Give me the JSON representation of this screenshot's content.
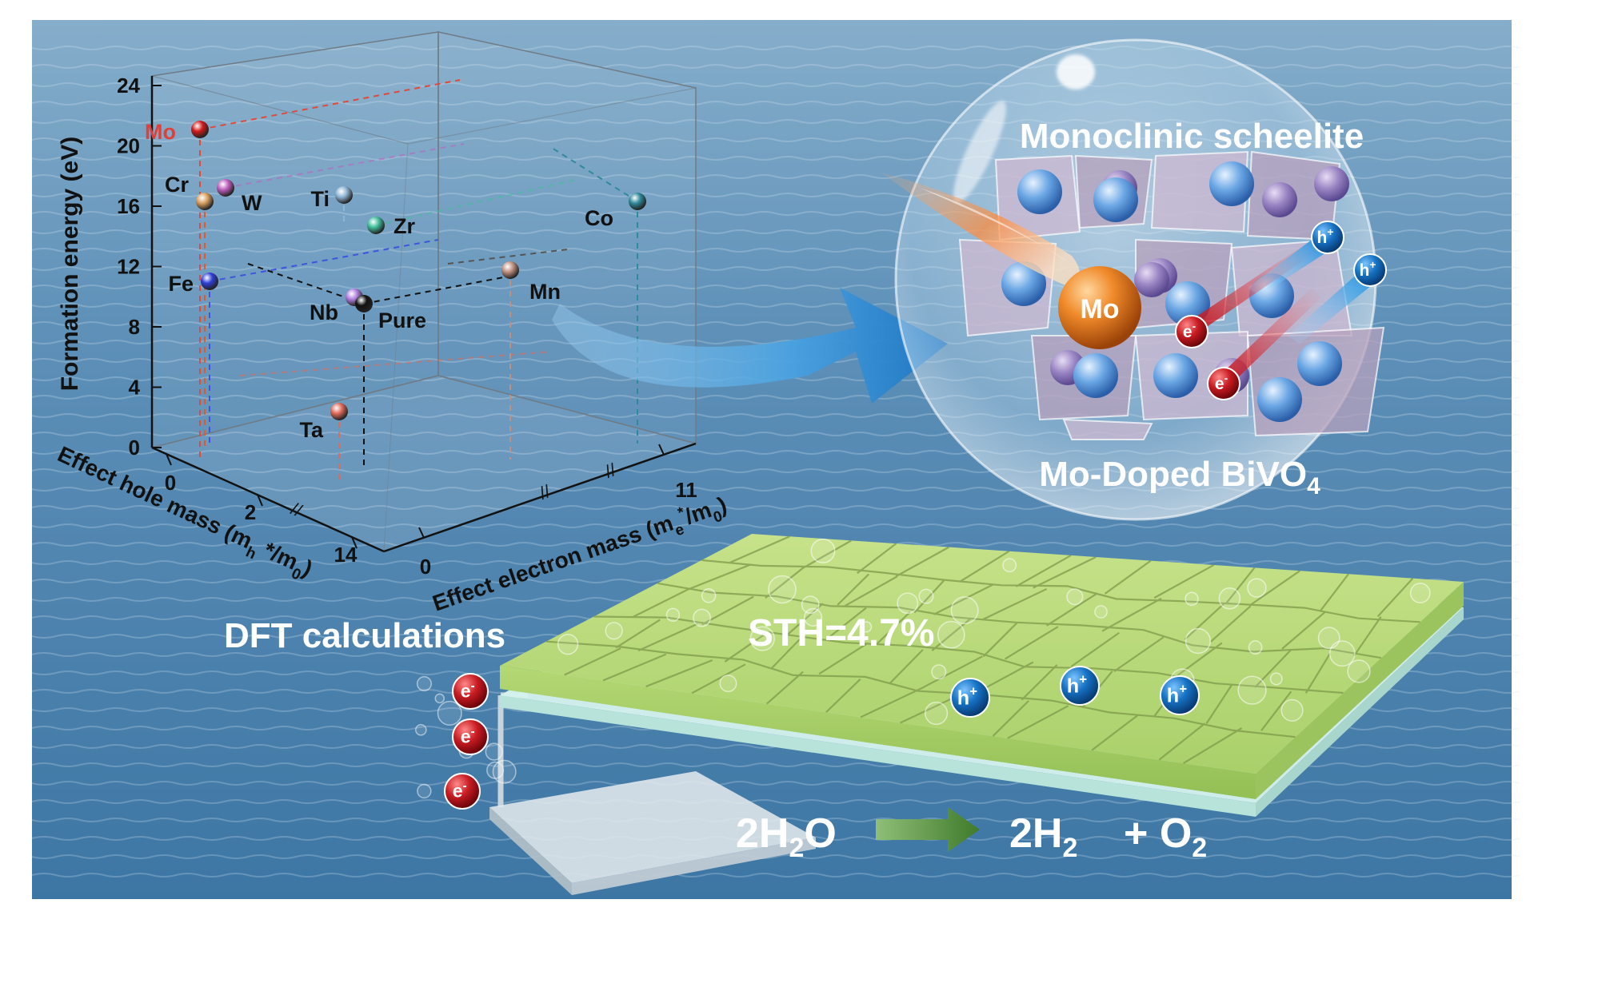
{
  "colors": {
    "sea_top": "#7aa5c6",
    "sea_bottom": "#3f7aa8",
    "film_green": "#b8d97a",
    "substrate": "#d6f2ec",
    "electron_red": "#b01015",
    "hole_blue": "#0b63b3",
    "mo_orange": "#e0781c",
    "arrow_blue": "#2d8fd0"
  },
  "dft_plot": {
    "z_axis_label": "Formation energy (eV)",
    "x_axis_label_main": "Effect hole mass (m",
    "x_axis_label_sub": "h",
    "x_axis_label_tail": " *",
    "x_axis_label_div": "/m",
    "x_axis_label_sub2": "0",
    "x_axis_label_close": ")",
    "y_axis_label_main": "Effect electron mass (m",
    "y_axis_label_sub": "e",
    "y_axis_label_sup": "*",
    "y_axis_label_div": "/m",
    "y_axis_label_sub2": "0",
    "y_axis_label_close": ")",
    "z_ticks": [
      "0",
      "4",
      "8",
      "12",
      "16",
      "20",
      "24"
    ],
    "x_ticks": [
      "0",
      "2",
      "14"
    ],
    "y_ticks": [
      "0",
      "11"
    ],
    "dopants": [
      {
        "name": "Mo",
        "color": "#d21a1a",
        "label_color": "#e0403a"
      },
      {
        "name": "Cr",
        "color": "#d9a060",
        "label_color": "#111111"
      },
      {
        "name": "W",
        "color": "#c060c0",
        "label_color": "#111111"
      },
      {
        "name": "Ti",
        "color": "#8fb6d6",
        "label_color": "#111111"
      },
      {
        "name": "Zr",
        "color": "#3fbf9a",
        "label_color": "#111111"
      },
      {
        "name": "Co",
        "color": "#2f8a9c",
        "label_color": "#111111"
      },
      {
        "name": "Fe",
        "color": "#2f3fd8",
        "label_color": "#111111"
      },
      {
        "name": "Mn",
        "color": "#c09080",
        "label_color": "#111111"
      },
      {
        "name": "Nb",
        "color": "#b080e0",
        "label_color": "#111111"
      },
      {
        "name": "Pure",
        "color": "#111111",
        "label_color": "#111111"
      },
      {
        "name": "Ta",
        "color": "#e06a5a",
        "label_color": "#111111"
      }
    ]
  },
  "labels": {
    "dft": "DFT calculations",
    "monoclinic": "Monoclinic scheelite",
    "mo_doped_main": "Mo-Doped BiVO",
    "mo_doped_sub": "4",
    "mo_atom": "Mo",
    "sth": "STH=4.7%",
    "reactant_main": "2H",
    "reactant_sub": "2",
    "reactant_tail": "O",
    "product1_main": "2H",
    "product1_sub": "2",
    "product2_main": "+ O",
    "product2_sub": "2",
    "electron": "e",
    "electron_sign": "-",
    "hole": "h",
    "hole_sign": "+"
  }
}
